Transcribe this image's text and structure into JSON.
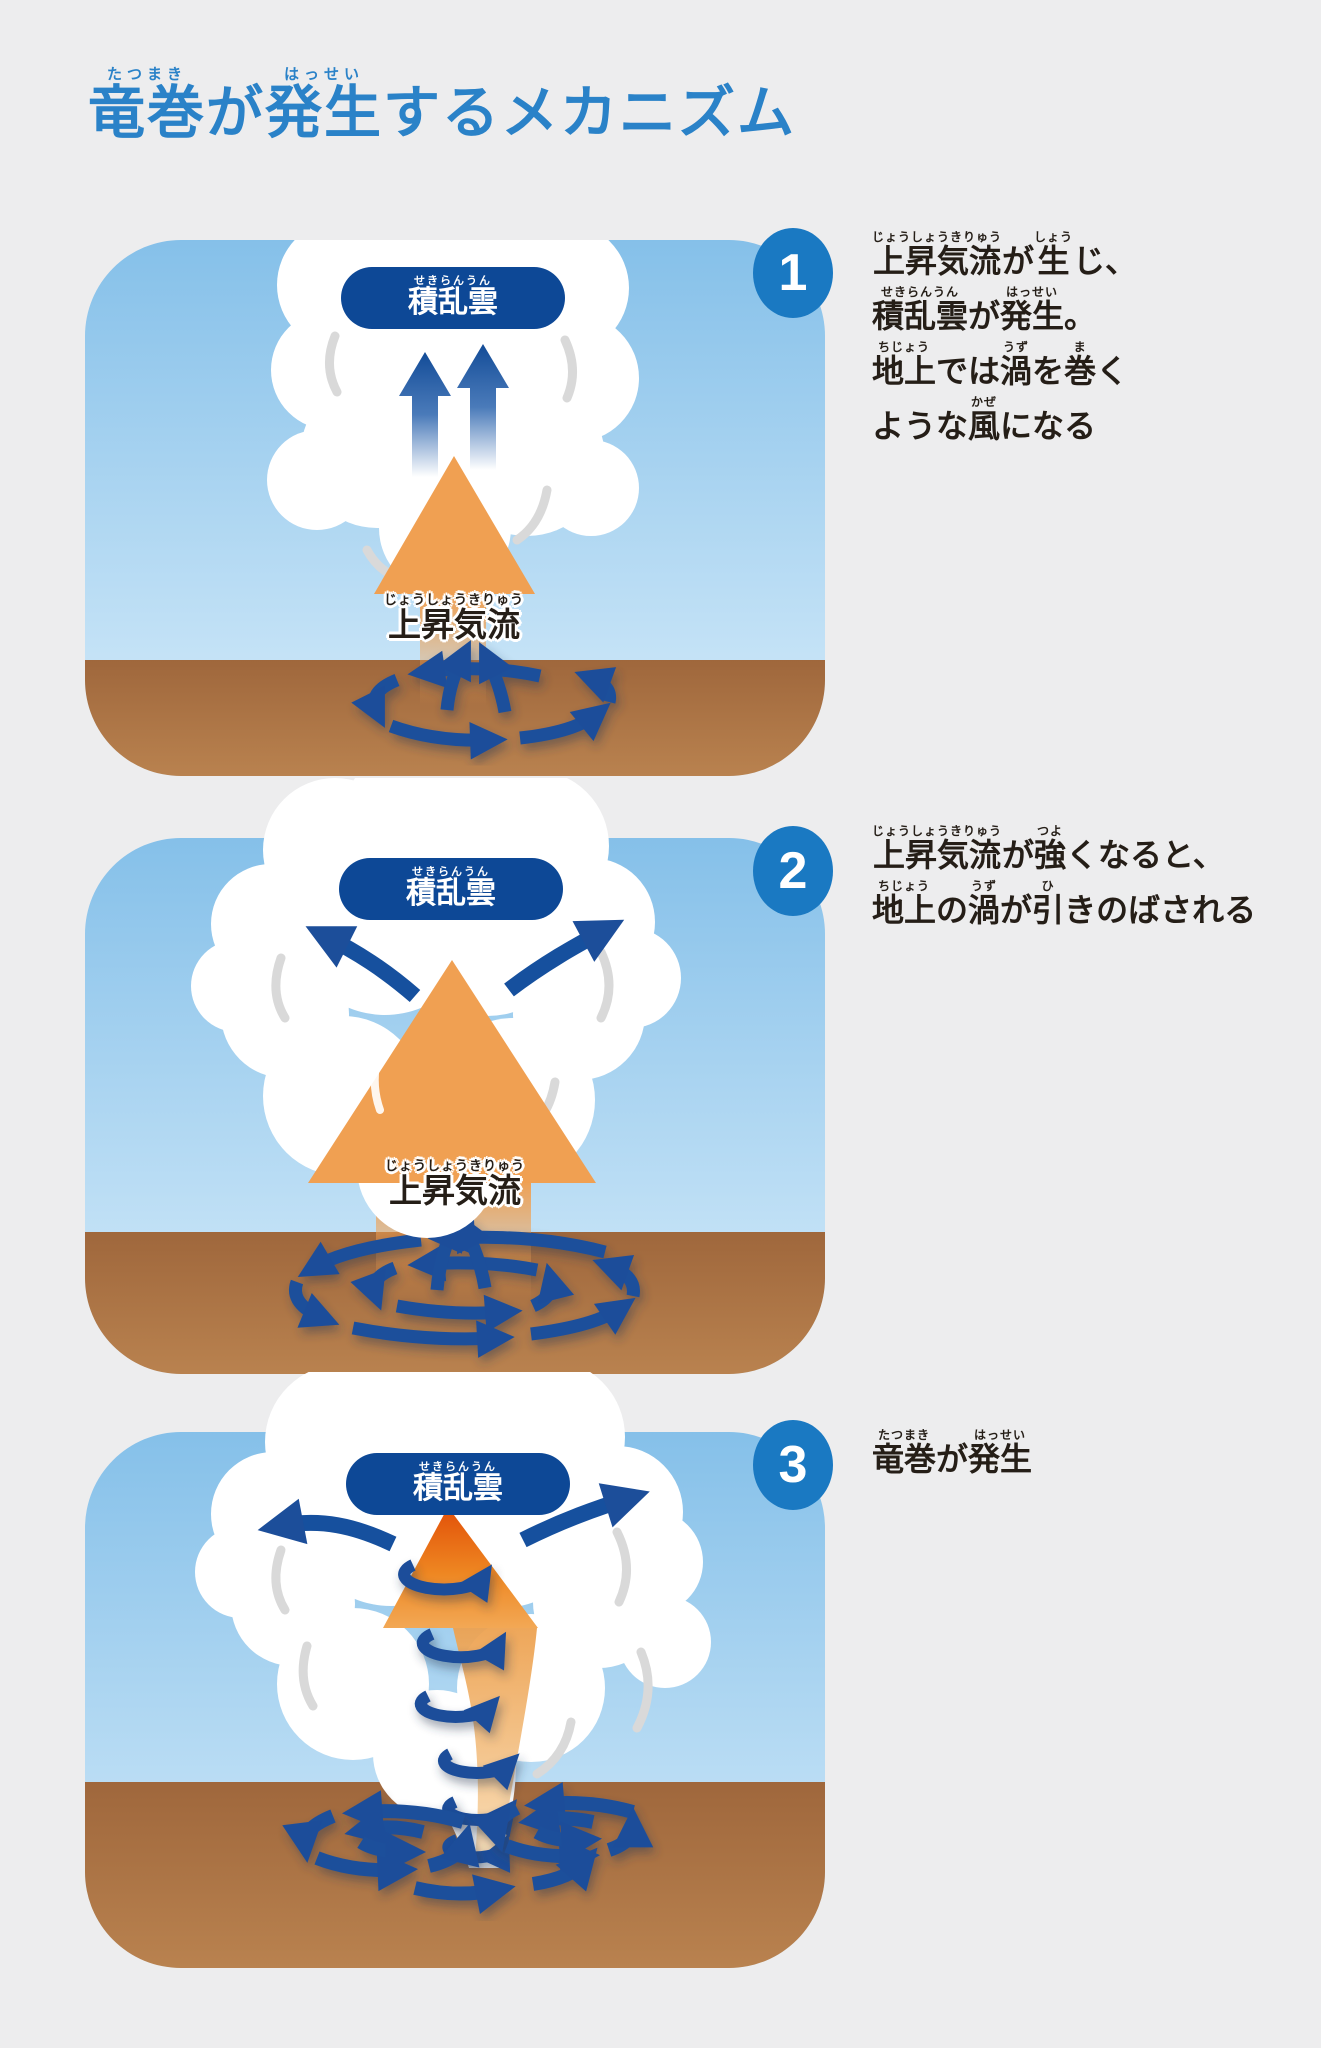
{
  "title": {
    "segments": [
      {
        "text": "竜巻",
        "ruby": "たつまき"
      },
      {
        "text": "が"
      },
      {
        "text": "発生",
        "ruby": "はっせい"
      },
      {
        "text": "するメカニズム"
      }
    ]
  },
  "colors": {
    "page_bg": "#ededee",
    "title_blue": "#2a82c8",
    "badge_blue": "#1a79c2",
    "pill_navy": "#0d4896",
    "text_dark": "#251e17",
    "arrow_navy": "#1e4f9b",
    "triangle_orange": "#f0a052",
    "tornado_orange": "#e25008",
    "ground_brown": "#a86f45",
    "sky_blue": "#8cc5ec",
    "cloud_white": "#ffffff"
  },
  "steps": [
    {
      "number": "1",
      "cloud_label": [
        {
          "text": "積乱雲",
          "ruby": "せきらんうん"
        }
      ],
      "updraft_label": [
        {
          "text": "上昇気流",
          "ruby": "じょうしょうきりゅう"
        }
      ],
      "caption_lines": [
        [
          {
            "text": "上昇気流",
            "ruby": "じょうしょうきりゅう"
          },
          {
            "text": "が"
          },
          {
            "text": "生",
            "ruby": "しょう"
          },
          {
            "text": "じ、"
          }
        ],
        [
          {
            "text": "積乱雲",
            "ruby": "せきらんうん"
          },
          {
            "text": "が"
          },
          {
            "text": "発生",
            "ruby": "はっせい"
          },
          {
            "text": "。"
          }
        ],
        [
          {
            "text": "地上",
            "ruby": "ちじょう"
          },
          {
            "text": "では"
          },
          {
            "text": "渦",
            "ruby": "うず"
          },
          {
            "text": "を"
          },
          {
            "text": "巻",
            "ruby": "ま"
          },
          {
            "text": "く"
          }
        ],
        [
          {
            "text": "ような"
          },
          {
            "text": "風",
            "ruby": "かぜ"
          },
          {
            "text": "になる"
          }
        ]
      ]
    },
    {
      "number": "2",
      "cloud_label": [
        {
          "text": "積乱雲",
          "ruby": "せきらんうん"
        }
      ],
      "updraft_label": [
        {
          "text": "上昇気流",
          "ruby": "じょうしょうきりゅう"
        }
      ],
      "caption_lines": [
        [
          {
            "text": "上昇気流",
            "ruby": "じょうしょうきりゅう"
          },
          {
            "text": "が"
          },
          {
            "text": "強",
            "ruby": "つよ"
          },
          {
            "text": "くなると、"
          }
        ],
        [
          {
            "text": "地上",
            "ruby": "ちじょう"
          },
          {
            "text": "の"
          },
          {
            "text": "渦",
            "ruby": "うず"
          },
          {
            "text": "が"
          },
          {
            "text": "引",
            "ruby": "ひ"
          },
          {
            "text": "きのばされる"
          }
        ]
      ]
    },
    {
      "number": "3",
      "cloud_label": [
        {
          "text": "積乱雲",
          "ruby": "せきらんうん"
        }
      ],
      "caption_lines": [
        [
          {
            "text": "竜巻",
            "ruby": "たつまき"
          },
          {
            "text": "が"
          },
          {
            "text": "発生",
            "ruby": "はっせい"
          }
        ]
      ]
    }
  ]
}
